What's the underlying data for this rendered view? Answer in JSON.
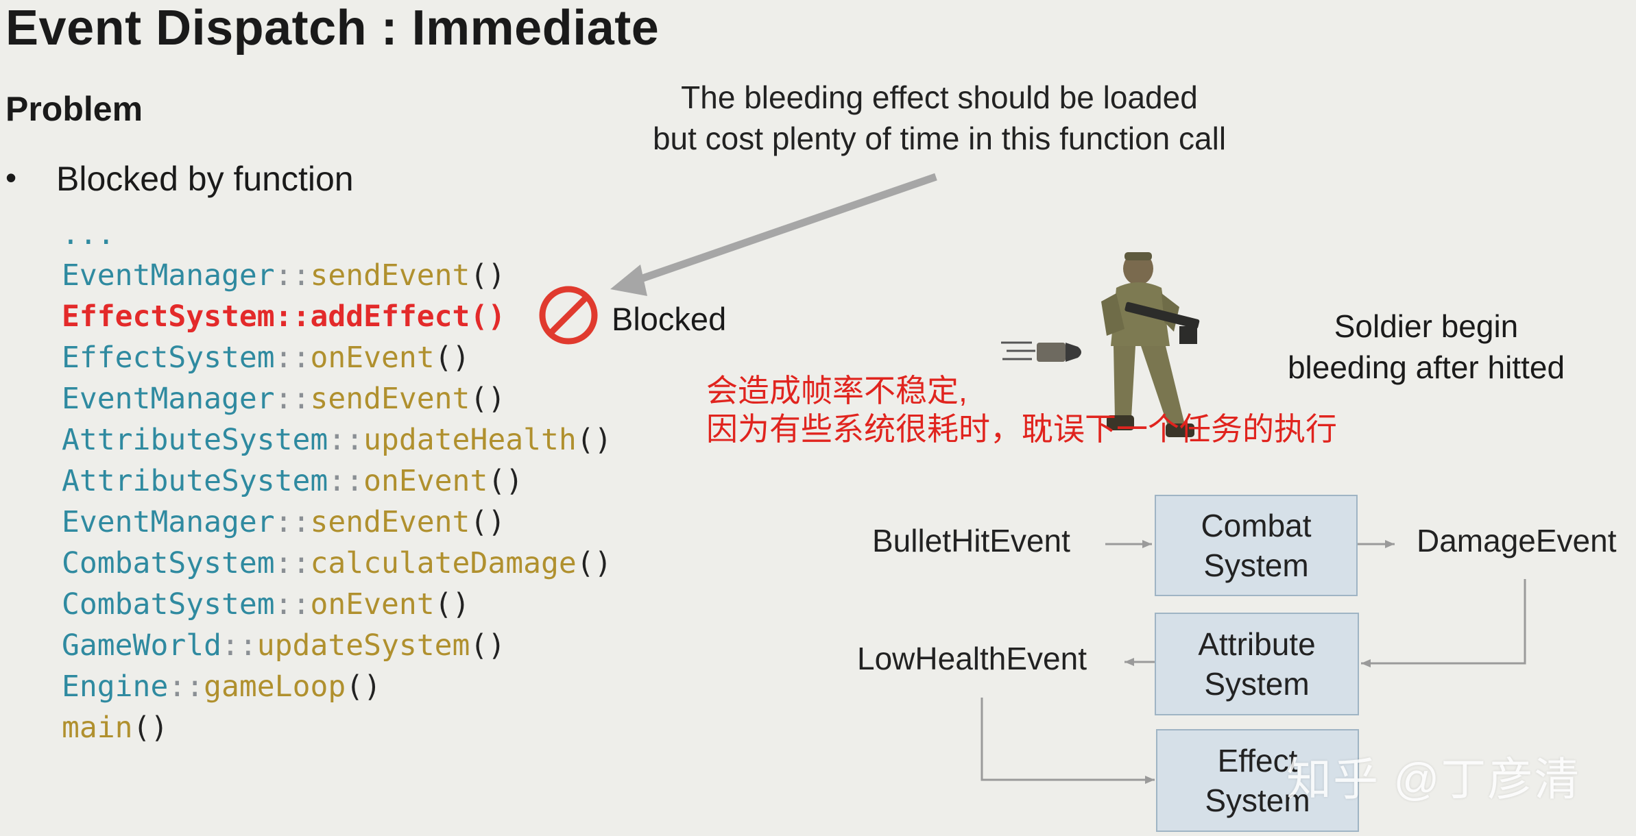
{
  "slide": {
    "title": "Event Dispatch : Immediate",
    "problem_heading": "Problem",
    "bullet_symbol": "•",
    "bullet": "Blocked by function"
  },
  "call_stack": [
    {
      "cls": "...",
      "sep": "",
      "fn": "",
      "par": "",
      "highlight": false
    },
    {
      "cls": "EventManager",
      "sep": "::",
      "fn": "sendEvent",
      "par": "()",
      "highlight": false
    },
    {
      "cls": "EffectSystem",
      "sep": "::",
      "fn": "addEffect",
      "par": "()",
      "highlight": true
    },
    {
      "cls": "EffectSystem",
      "sep": "::",
      "fn": "onEvent",
      "par": "()",
      "highlight": false
    },
    {
      "cls": "EventManager",
      "sep": "::",
      "fn": "sendEvent",
      "par": "()",
      "highlight": false
    },
    {
      "cls": "AttributeSystem",
      "sep": "::",
      "fn": "updateHealth",
      "par": "()",
      "highlight": false
    },
    {
      "cls": "AttributeSystem",
      "sep": "::",
      "fn": "onEvent",
      "par": "()",
      "highlight": false
    },
    {
      "cls": "EventManager",
      "sep": "::",
      "fn": "sendEvent",
      "par": "()",
      "highlight": false
    },
    {
      "cls": "CombatSystem",
      "sep": "::",
      "fn": "calculateDamage",
      "par": "()",
      "highlight": false
    },
    {
      "cls": "CombatSystem",
      "sep": "::",
      "fn": "onEvent",
      "par": "()",
      "highlight": false
    },
    {
      "cls": "GameWorld",
      "sep": "::",
      "fn": "updateSystem",
      "par": "()",
      "highlight": false
    },
    {
      "cls": "Engine",
      "sep": "::",
      "fn": "gameLoop",
      "par": "()",
      "highlight": false
    },
    {
      "cls": "",
      "sep": "",
      "fn": "main",
      "par": "()",
      "highlight": false
    }
  ],
  "annotation": {
    "line1": "The bleeding effect should be loaded",
    "line2": "but cost plenty of time in this function call"
  },
  "blocked_label": "Blocked",
  "soldier_caption": {
    "line1": "Soldier begin",
    "line2": "bleeding after hitted"
  },
  "cn_note": {
    "line1": "会造成帧率不稳定,",
    "line2": "因为有些系统很耗时，耽误下一个任务的执行"
  },
  "flow": {
    "bullet_hit_event": "BulletHitEvent",
    "combat_system": {
      "line1": "Combat",
      "line2": "System"
    },
    "damage_event": "DamageEvent",
    "attribute_system": {
      "line1": "Attribute",
      "line2": "System"
    },
    "low_health_event": "LowHealthEvent",
    "effect_system": {
      "line1": "Effect",
      "line2": "System"
    }
  },
  "watermark": "知乎 @丁彦清",
  "colors": {
    "class_name": "#2f8aa0",
    "function_name": "#b0902e",
    "highlight": "#e32a2a",
    "note_red": "#e0241e",
    "box_fill": "#d6e0e8"
  },
  "icons": [
    "prohibited-icon",
    "soldier-image",
    "bullet-icon"
  ]
}
